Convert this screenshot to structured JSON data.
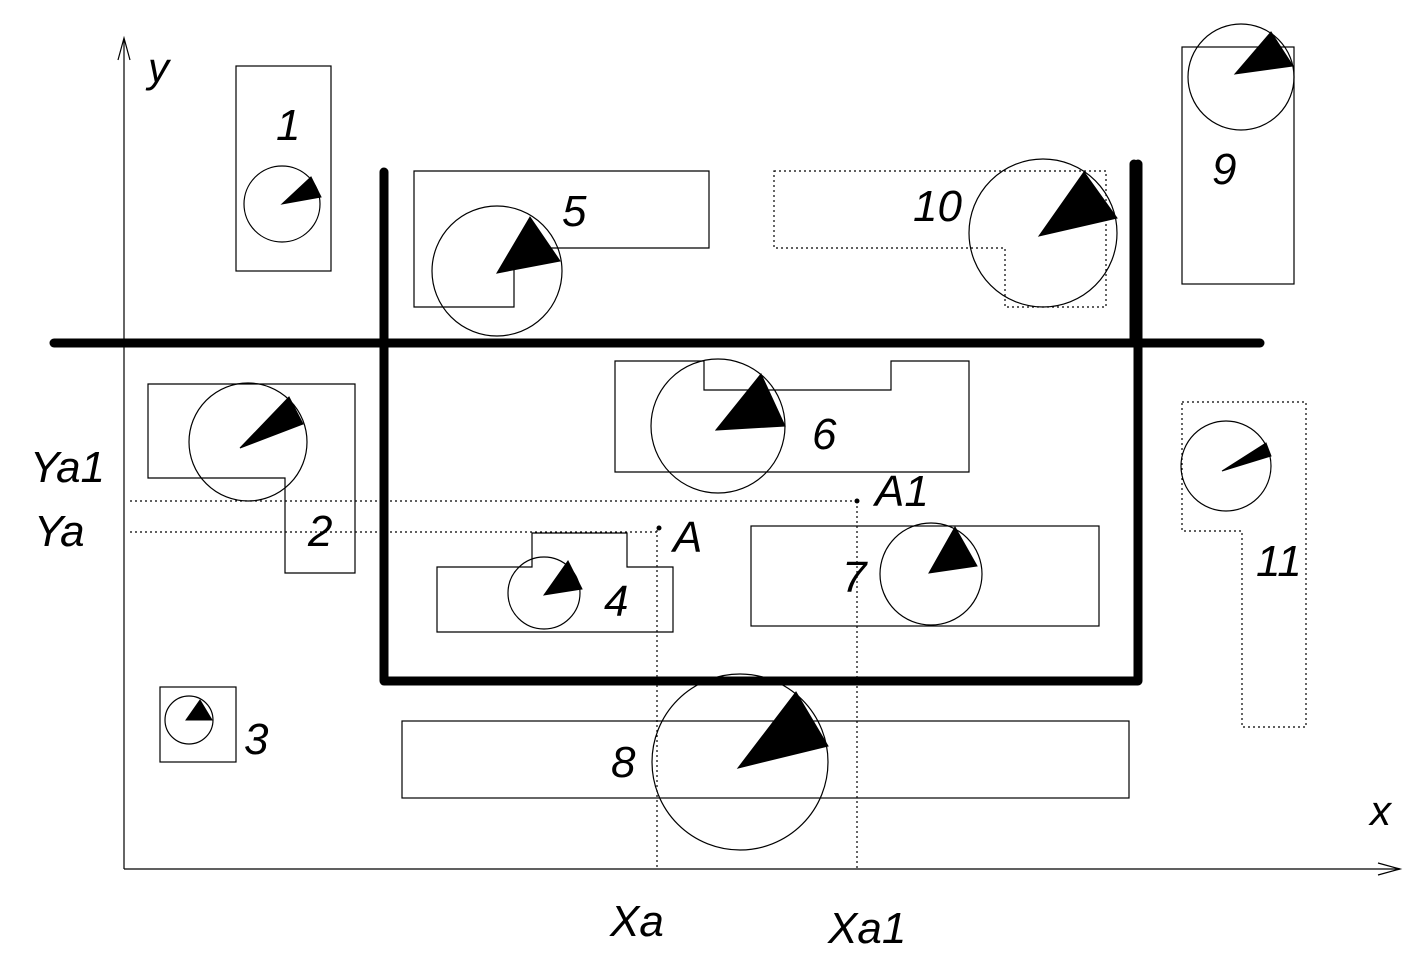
{
  "axes": {
    "x": "x",
    "y": "y"
  },
  "objects": [
    {
      "id": "1",
      "label": "1"
    },
    {
      "id": "2",
      "label": "2"
    },
    {
      "id": "3",
      "label": "3"
    },
    {
      "id": "4",
      "label": "4"
    },
    {
      "id": "5",
      "label": "5"
    },
    {
      "id": "6",
      "label": "6"
    },
    {
      "id": "7",
      "label": "7"
    },
    {
      "id": "8",
      "label": "8"
    },
    {
      "id": "9",
      "label": "9"
    },
    {
      "id": "10",
      "label": "10"
    },
    {
      "id": "11",
      "label": "11"
    }
  ],
  "points": {
    "A": "A",
    "A1": "A1",
    "xa": "Xa",
    "xa1": "Xa1",
    "ya": "Ya",
    "ya1": "Ya1"
  },
  "colors": {
    "line": "#000000",
    "background": "#ffffff"
  }
}
